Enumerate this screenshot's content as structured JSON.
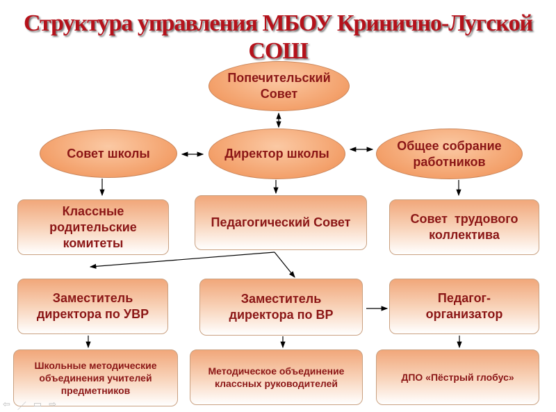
{
  "title": "Структура управления МБОУ Кринично-Лугской СОШ",
  "ellipses": {
    "trustees": "Попечительский Совет",
    "school_council": "Совет школы",
    "director": "Директор школы",
    "general_meeting": "Общее собрание работников"
  },
  "boxes": {
    "class_parent_committees": "Классные родительские комитеты",
    "pedagogical_council": "Педагогический Совет",
    "labor_council": "Совет  трудового коллектива",
    "deputy_uvr": "Заместитель директора по УВР",
    "deputy_vr": "Заместитель директора по ВР",
    "organizer": "Педагог-организатор",
    "school_method_unions": "Школьные методические объединения учителей предметников",
    "class_teachers_union": "Методическое объединение классных руководителей",
    "dpo": "ДПО «Пёстрый глобус»"
  },
  "nav_icons": [
    "back-arrow-icon",
    "pen-icon",
    "menu-icon",
    "forward-arrow-icon"
  ],
  "colors": {
    "title": "#b5121b",
    "text": "#8b1616",
    "fill": "#f3a06a"
  }
}
